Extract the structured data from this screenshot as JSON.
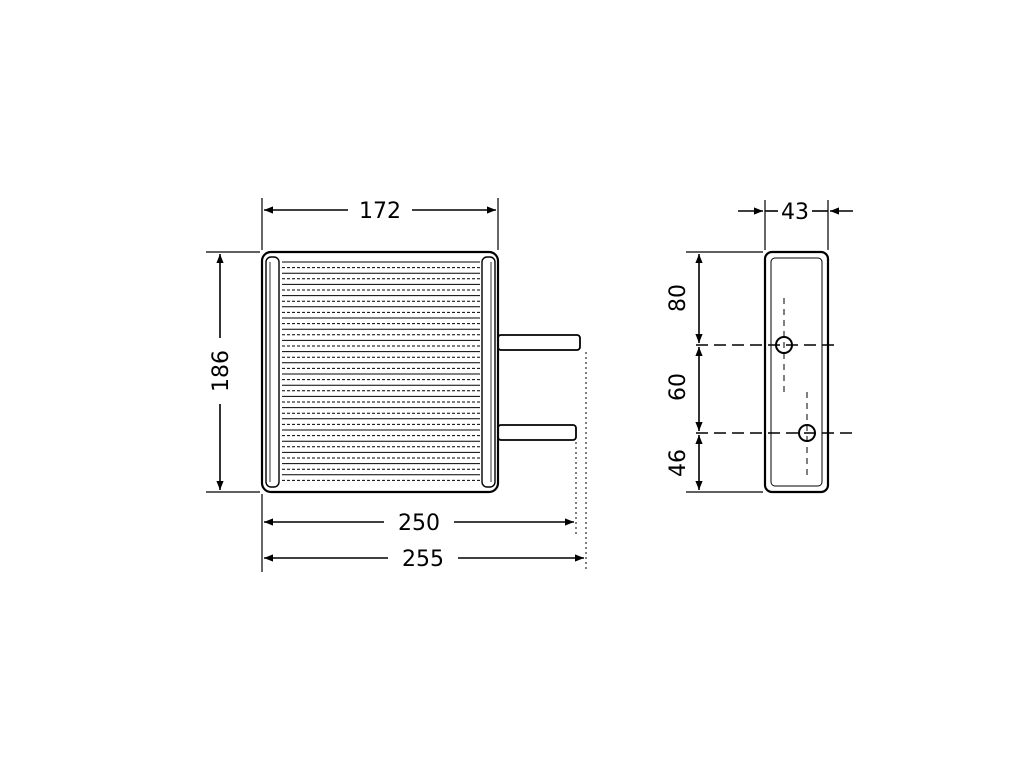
{
  "drawing": {
    "subject": "heater core technical drawing",
    "units": "mm",
    "stroke_color": "#000000",
    "background_color": "#ffffff"
  },
  "front_view": {
    "dimensions": {
      "core_width": "172",
      "height": "186",
      "length_to_pipe_end": "250",
      "overall_length": "255"
    }
  },
  "side_view": {
    "dimensions": {
      "depth": "43",
      "top_to_upper_pipe": "80",
      "pipe_spacing": "60",
      "lower_pipe_to_bottom": "46"
    }
  }
}
